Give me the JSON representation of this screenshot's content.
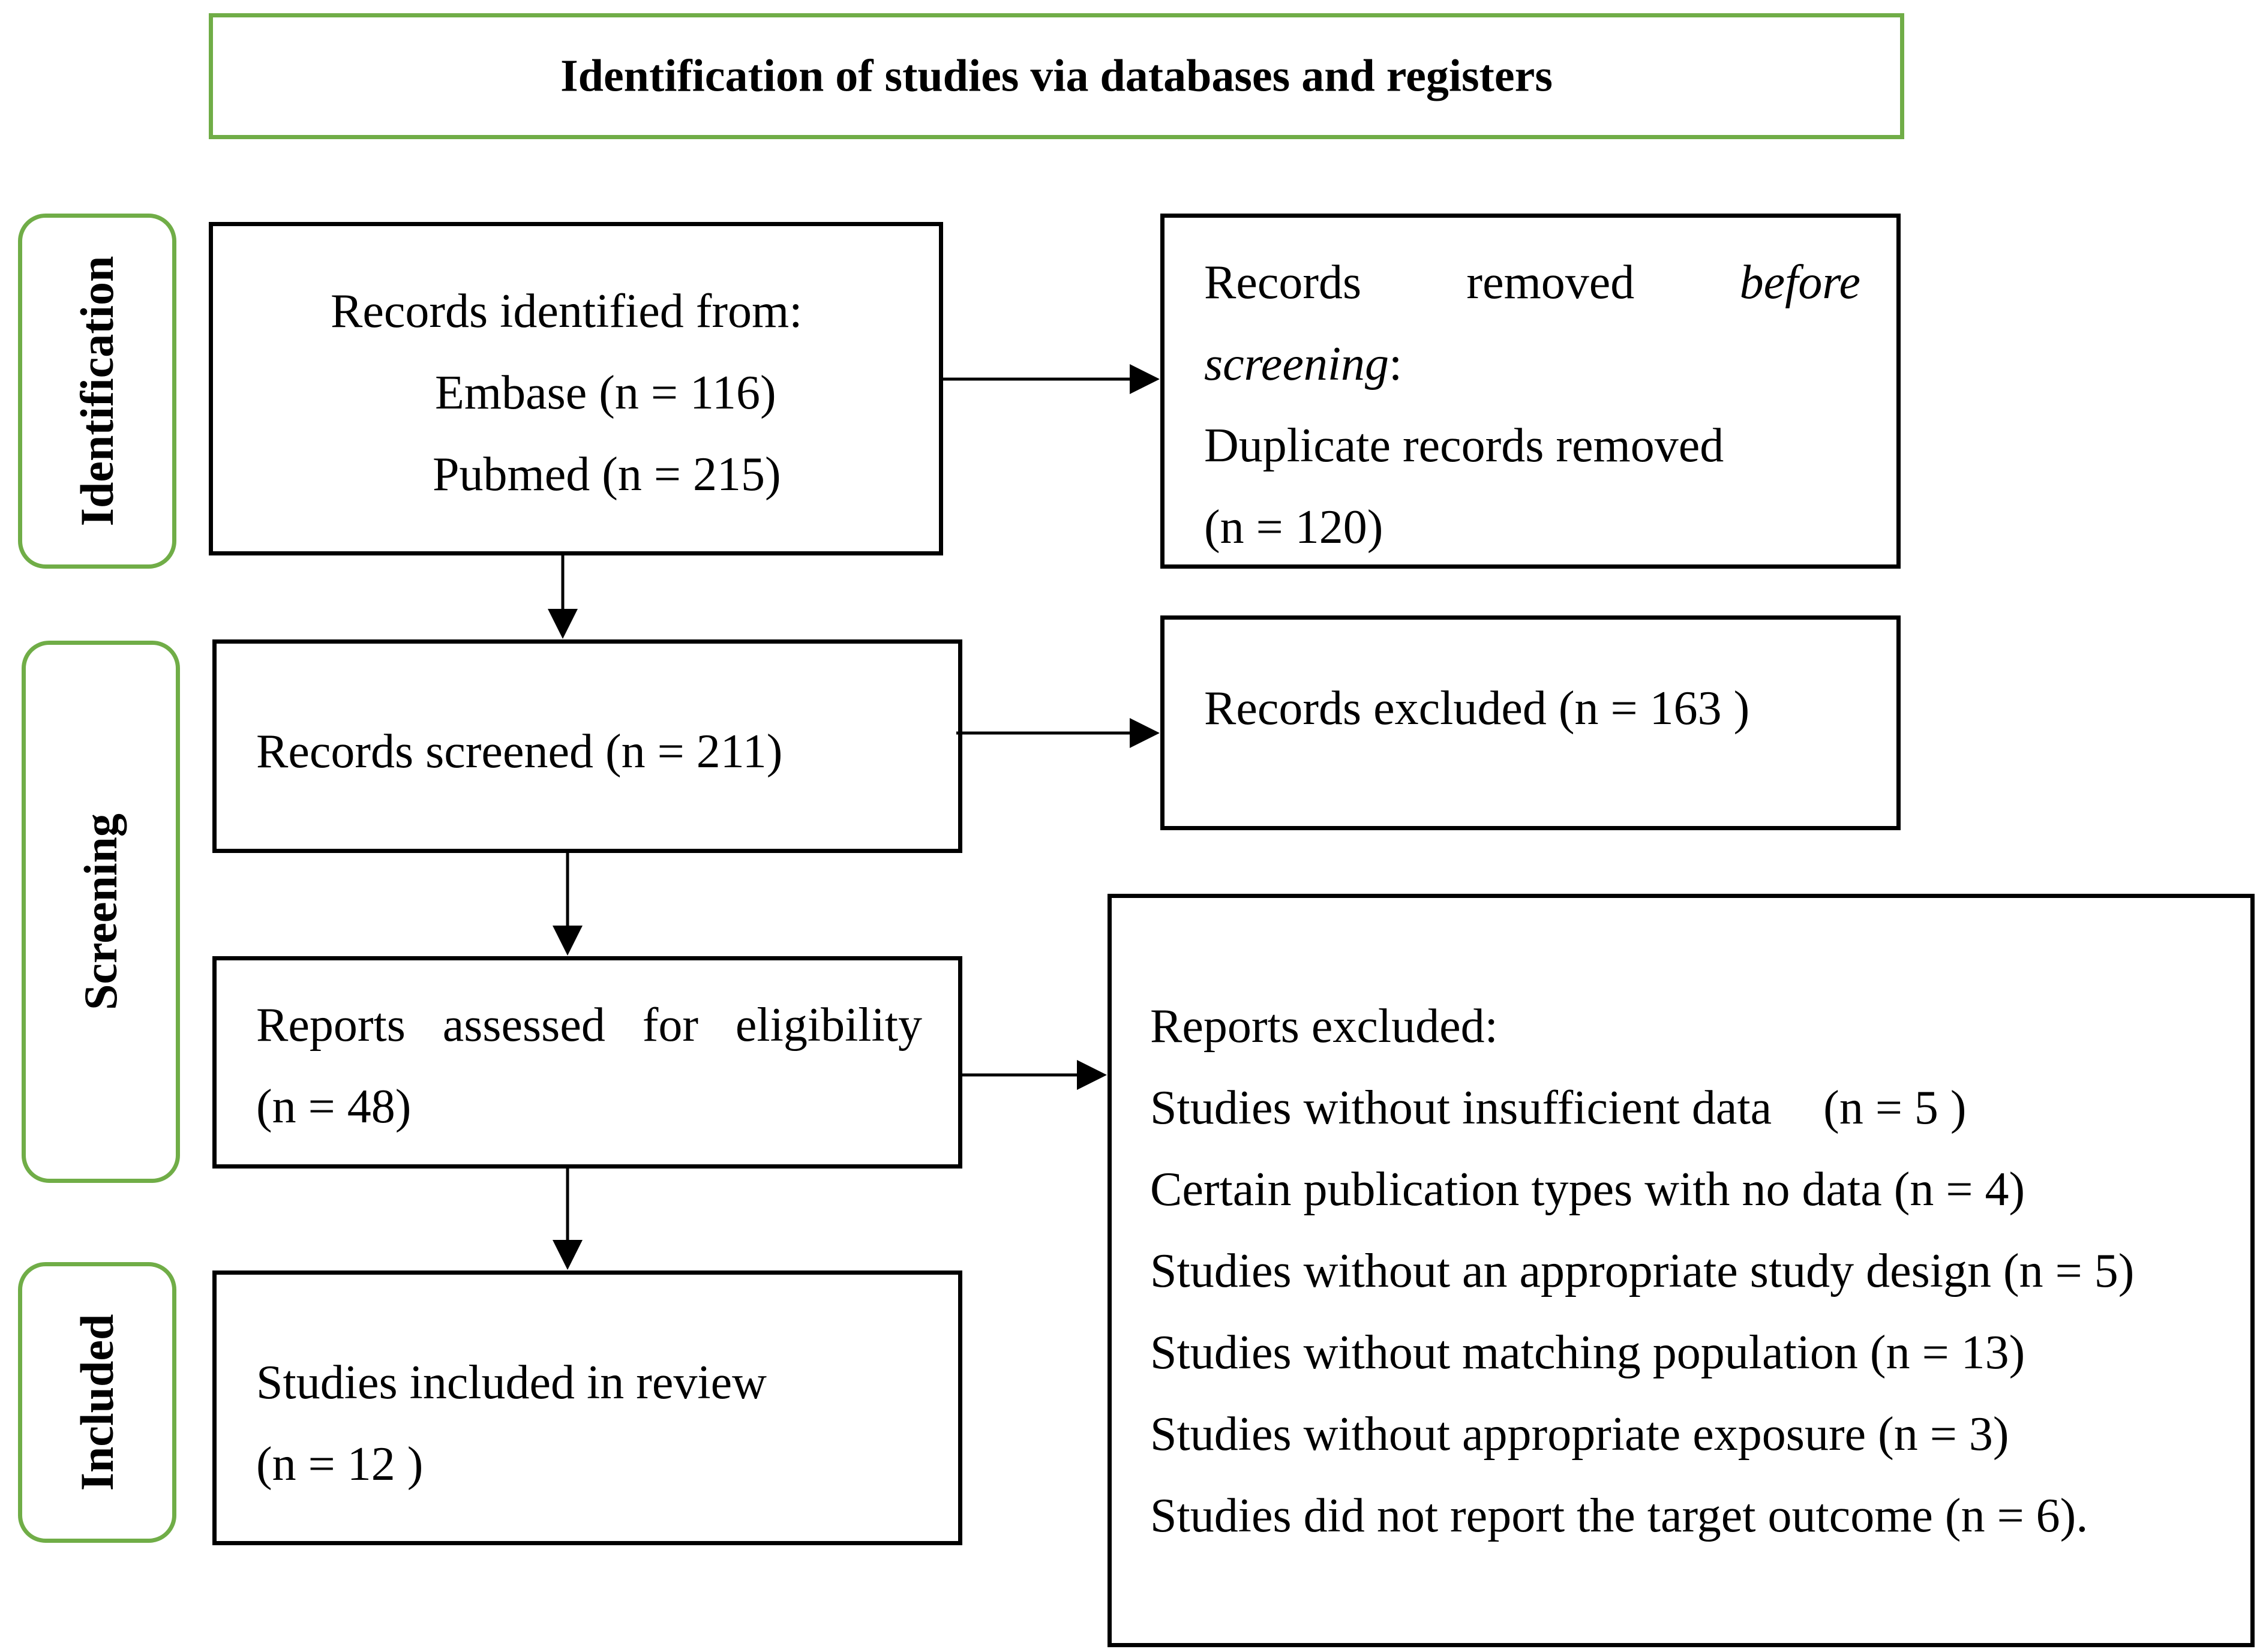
{
  "title": "Identification of studies via databases and registers",
  "phases": {
    "identification": "Identification",
    "screening": "Screening",
    "included": "Included"
  },
  "identified": {
    "heading": "Records identified from:",
    "embase": "Embase (n = 116)",
    "pubmed": "Pubmed (n = 215)"
  },
  "removed": {
    "w1": "Records",
    "w2": "removed",
    "w3": "before",
    "w4": "screening",
    "colon": ":",
    "line3": "Duplicate records removed",
    "line4": "(n = 120)"
  },
  "screened": {
    "text": "Records screened (n = 211)"
  },
  "excluded_records": {
    "text": "Records excluded (n = 163 )"
  },
  "assessed": {
    "w1": "Reports",
    "w2": "assessed",
    "w3": "for",
    "w4": "eligibility",
    "line2": "(n = 48)"
  },
  "reports_excluded": {
    "heading": "Reports excluded:",
    "reason1_text": "Studies without insufficient data",
    "reason1_count": "(n = 5 )",
    "reason2": "Certain publication types with no data (n = 4)",
    "reason3": "Studies without an appropriate study design (n = 5)",
    "reason4": "Studies without matching population (n = 13)",
    "reason5": "Studies without appropriate exposure (n = 3)",
    "reason6": "Studies did not report the target outcome (n = 6)."
  },
  "included": {
    "line1": "Studies included in review",
    "line2": "(n = 12 )"
  }
}
